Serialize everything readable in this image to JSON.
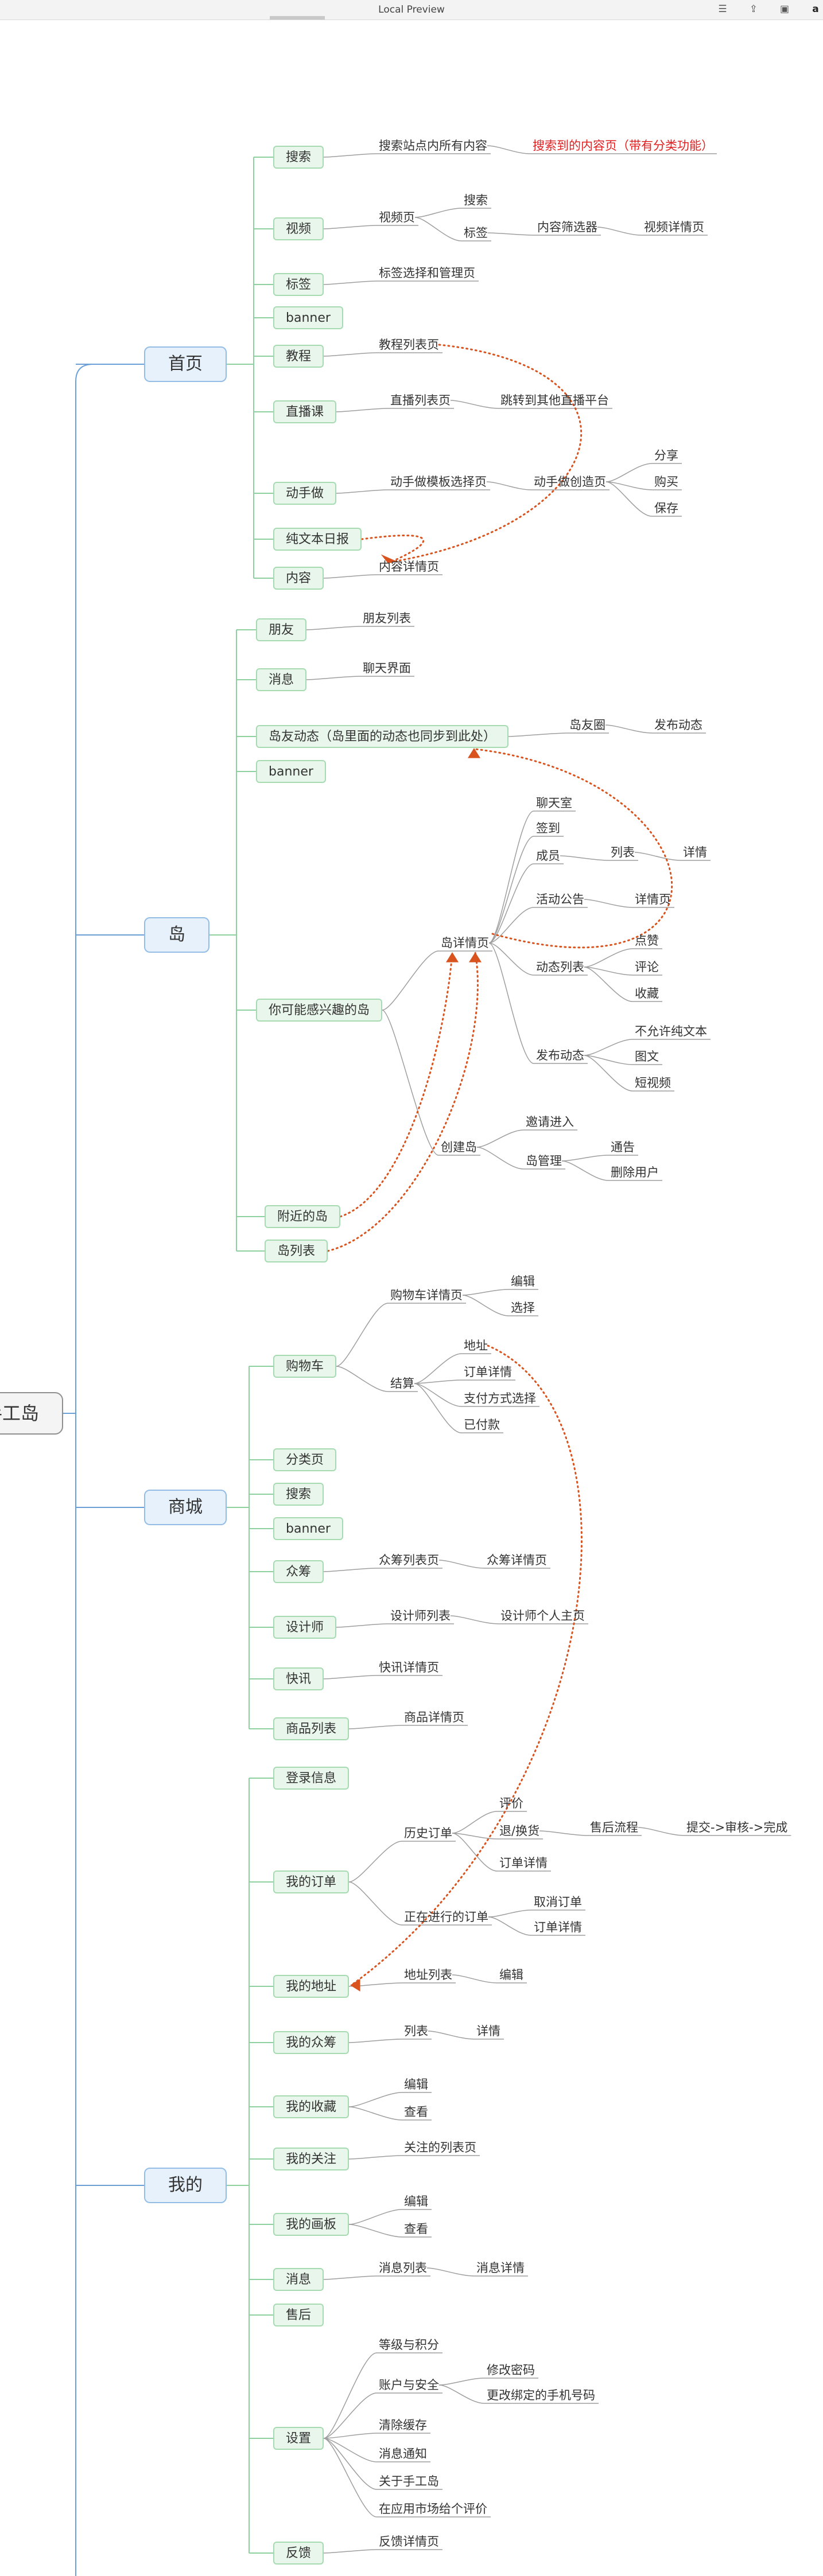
{
  "window": {
    "title": "Local Preview"
  },
  "mindmap": {
    "root": "手工岛",
    "home": {
      "label": "首页",
      "search": {
        "label": "搜索",
        "desc": "搜索站点内所有内容",
        "result": "搜索到的内容页（带有分类功能）"
      },
      "video": {
        "label": "视频",
        "page": "视频页",
        "search": "搜索",
        "tag": "标签",
        "filter": "内容筛选器",
        "detail": "视频详情页"
      },
      "tags": {
        "label": "标签",
        "desc": "标签选择和管理页"
      },
      "banner": "banner",
      "tutorial": {
        "label": "教程",
        "list": "教程列表页"
      },
      "live": {
        "label": "直播课",
        "list": "直播列表页",
        "jump": "跳转到其他直播平台"
      },
      "diy": {
        "label": "动手做",
        "template": "动手做模板选择页",
        "create": "动手做创造页",
        "share": "分享",
        "buy": "购买",
        "save": "保存"
      },
      "daily": {
        "label": "纯文本日报"
      },
      "content": {
        "label": "内容",
        "detail": "内容详情页"
      }
    },
    "island": {
      "label": "岛",
      "friends": {
        "label": "朋友",
        "list": "朋友列表"
      },
      "messages": {
        "label": "消息",
        "chat": "聊天界面"
      },
      "feed": {
        "label": "岛友动态（岛里面的动态也同步到此处）",
        "circle": "岛友圈",
        "post": "发布动态"
      },
      "banner": "banner",
      "interest": {
        "label": "你可能感兴趣的岛"
      },
      "detail": {
        "label": "岛详情页",
        "chatroom": "聊天室",
        "checkin": "签到",
        "members": {
          "label": "成员",
          "list": "列表",
          "detail": "详情"
        },
        "notice": {
          "label": "活动公告",
          "detail": "详情页"
        },
        "feedlist": {
          "label": "动态列表",
          "like": "点赞",
          "comment": "评论",
          "collect": "收藏"
        },
        "publish": {
          "label": "发布动态",
          "text": "不允许纯文本",
          "image": "图文",
          "video": "短视频"
        }
      },
      "create": {
        "label": "创建岛",
        "invite": "邀请进入",
        "manage": "岛管理",
        "announce": "通告",
        "remove": "删除用户"
      },
      "nearby": {
        "label": "附近的岛"
      },
      "list": {
        "label": "岛列表"
      }
    },
    "mall": {
      "label": "商城",
      "cart": {
        "label": "购物车",
        "detail": "购物车详情页",
        "edit": "编辑",
        "select": "选择",
        "checkout": "结算",
        "address": "地址",
        "order_detail": "订单详情",
        "payment": "支付方式选择",
        "paid": "已付款"
      },
      "category": {
        "label": "分类页"
      },
      "search": {
        "label": "搜索"
      },
      "banner": "banner",
      "crowdfunding": {
        "label": "众筹",
        "list": "众筹列表页",
        "detail": "众筹详情页"
      },
      "designer": {
        "label": "设计师",
        "list": "设计师列表",
        "home": "设计师个人主页"
      },
      "news": {
        "label": "快讯",
        "detail": "快讯详情页"
      },
      "goods": {
        "label": "商品列表",
        "detail": "商品详情页"
      }
    },
    "mine": {
      "label": "我的",
      "login": {
        "label": "登录信息"
      },
      "orders": {
        "label": "我的订单",
        "history": "历史订单",
        "review": "评价",
        "return": "退/换货",
        "after_flow": "售后流程",
        "flow_steps": "提交->审核->完成",
        "detail": "订单详情",
        "ongoing": "正在进行的订单",
        "cancel": "取消订单",
        "ongoing_detail": "订单详情"
      },
      "address": {
        "label": "我的地址",
        "list": "地址列表",
        "edit": "编辑"
      },
      "crowdfunding": {
        "label": "我的众筹",
        "list": "列表",
        "detail": "详情"
      },
      "favorites": {
        "label": "我的收藏",
        "edit": "编辑",
        "view": "查看"
      },
      "follows": {
        "label": "我的关注",
        "list": "关注的列表页"
      },
      "gallery": {
        "label": "我的画板",
        "edit": "编辑",
        "view": "查看"
      },
      "messages": {
        "label": "消息",
        "list": "消息列表",
        "detail": "消息详情"
      },
      "aftersale": {
        "label": "售后"
      },
      "settings": {
        "label": "设置",
        "level": "等级与积分",
        "account": "账户与安全",
        "password": "修改密码",
        "phone": "更改绑定的手机号码",
        "cache": "清除缓存",
        "notify": "消息通知",
        "about": "关于手工岛",
        "rate": "在应用市场给个评价"
      },
      "feedback": {
        "label": "反馈",
        "detail": "反馈详情页"
      }
    }
  },
  "colors": {
    "main_branch": "#6a9fd8",
    "sub_branch": "#8fd19e",
    "leaf_line": "#9e9e9e",
    "cross_link": "#d9531e",
    "highlight": "#e02020"
  }
}
